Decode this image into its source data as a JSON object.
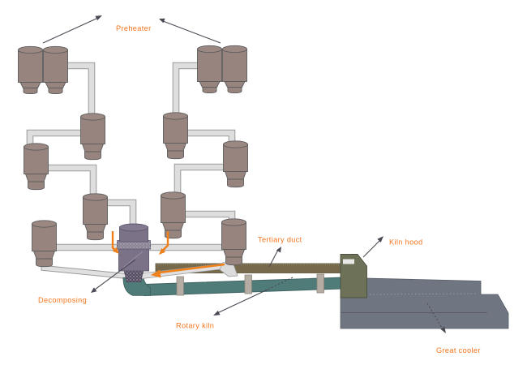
{
  "diagram": {
    "labels": {
      "preheater": "Preheater",
      "decomposing": "Decomposing",
      "tertiary_duct": "Tertiary duct",
      "kiln_hood": "Kiln hood",
      "rotary_kiln": "Rotary kiln",
      "great_cooler": "Great cooler"
    },
    "colors": {
      "label_orange": "#F4751D",
      "flow_arrow_orange": "#F08019",
      "pointer_arrow_gray": "#4A4A54",
      "cyclone_mauve": "#97847F",
      "pipe_gray": "#DEDEDE",
      "decomposer_purple": "#7C7288",
      "decomposer_band": "#8A8394",
      "decomposer_cone": "#554D62",
      "kiln_teal": "#4F7B78",
      "tertiary_duct_olive": "#77694B",
      "kiln_hood_olive": "#6C7157",
      "cooler_gray": "#6F7681",
      "pier_tan": "#B5ADA3"
    }
  }
}
